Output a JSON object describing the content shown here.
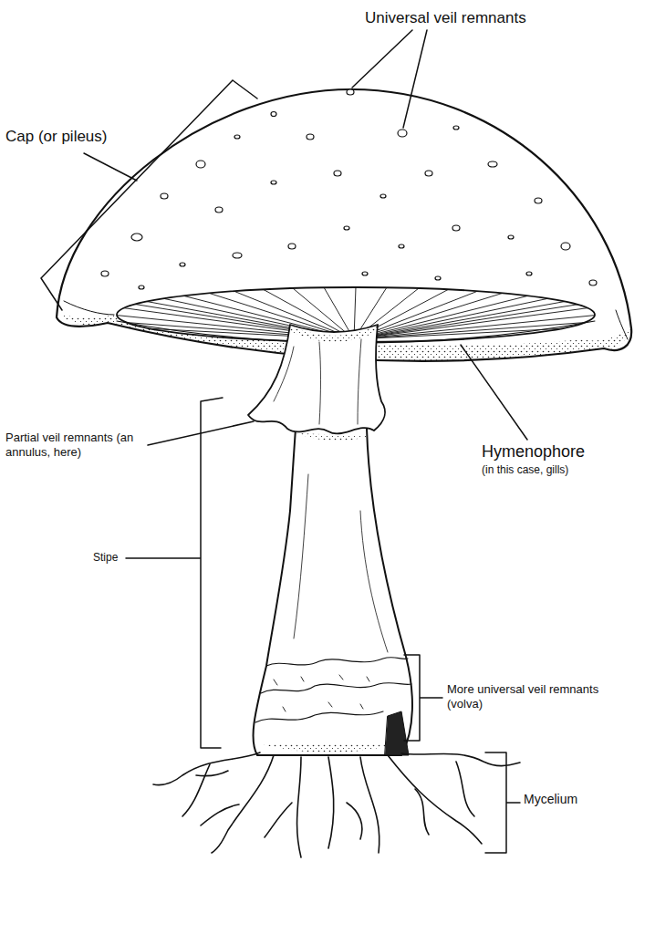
{
  "diagram": {
    "labels": [
      "Universal veil remnants",
      "Cap (or pileus)",
      "Partial veil remnants (an annulus, here)",
      "Hymenophore",
      "(in this case, gills)",
      "Stipe",
      "More universal veil remnants (volva)",
      "Mycelium"
    ]
  }
}
